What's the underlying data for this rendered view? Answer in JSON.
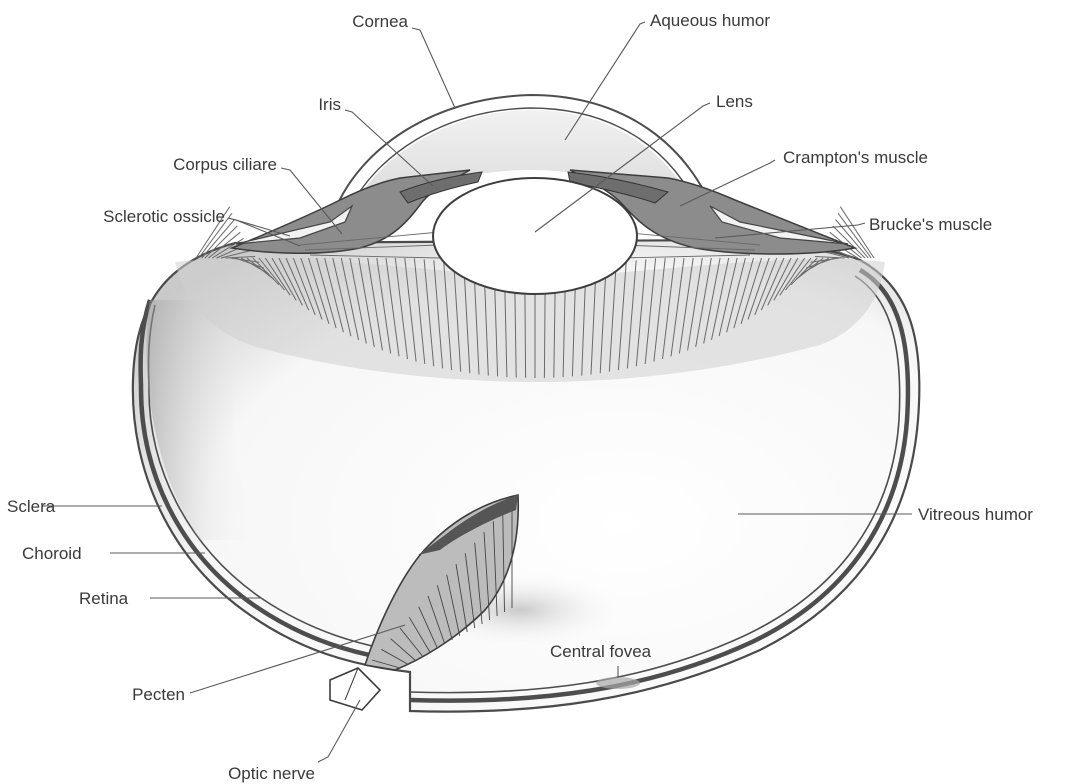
{
  "labels": {
    "cornea": "Cornea",
    "aqueous_humor": "Aqueous humor",
    "iris": "Iris",
    "lens": "Lens",
    "corpus_ciliare": "Corpus ciliare",
    "cramptons_muscle": "Crampton's muscle",
    "sclerotic_ossicle": "Sclerotic ossicle",
    "bruckes_muscle": "Brucke's muscle",
    "sclera": "Sclera",
    "vitreous_humor": "Vitreous humor",
    "choroid": "Choroid",
    "retina": "Retina",
    "central_fovea": "Central fovea",
    "pecten": "Pecten",
    "optic_nerve": "Optic nerve"
  },
  "colors": {
    "line": "#4d4d4d",
    "shade": "#9a9a9a",
    "text": "#3a3a3a"
  }
}
